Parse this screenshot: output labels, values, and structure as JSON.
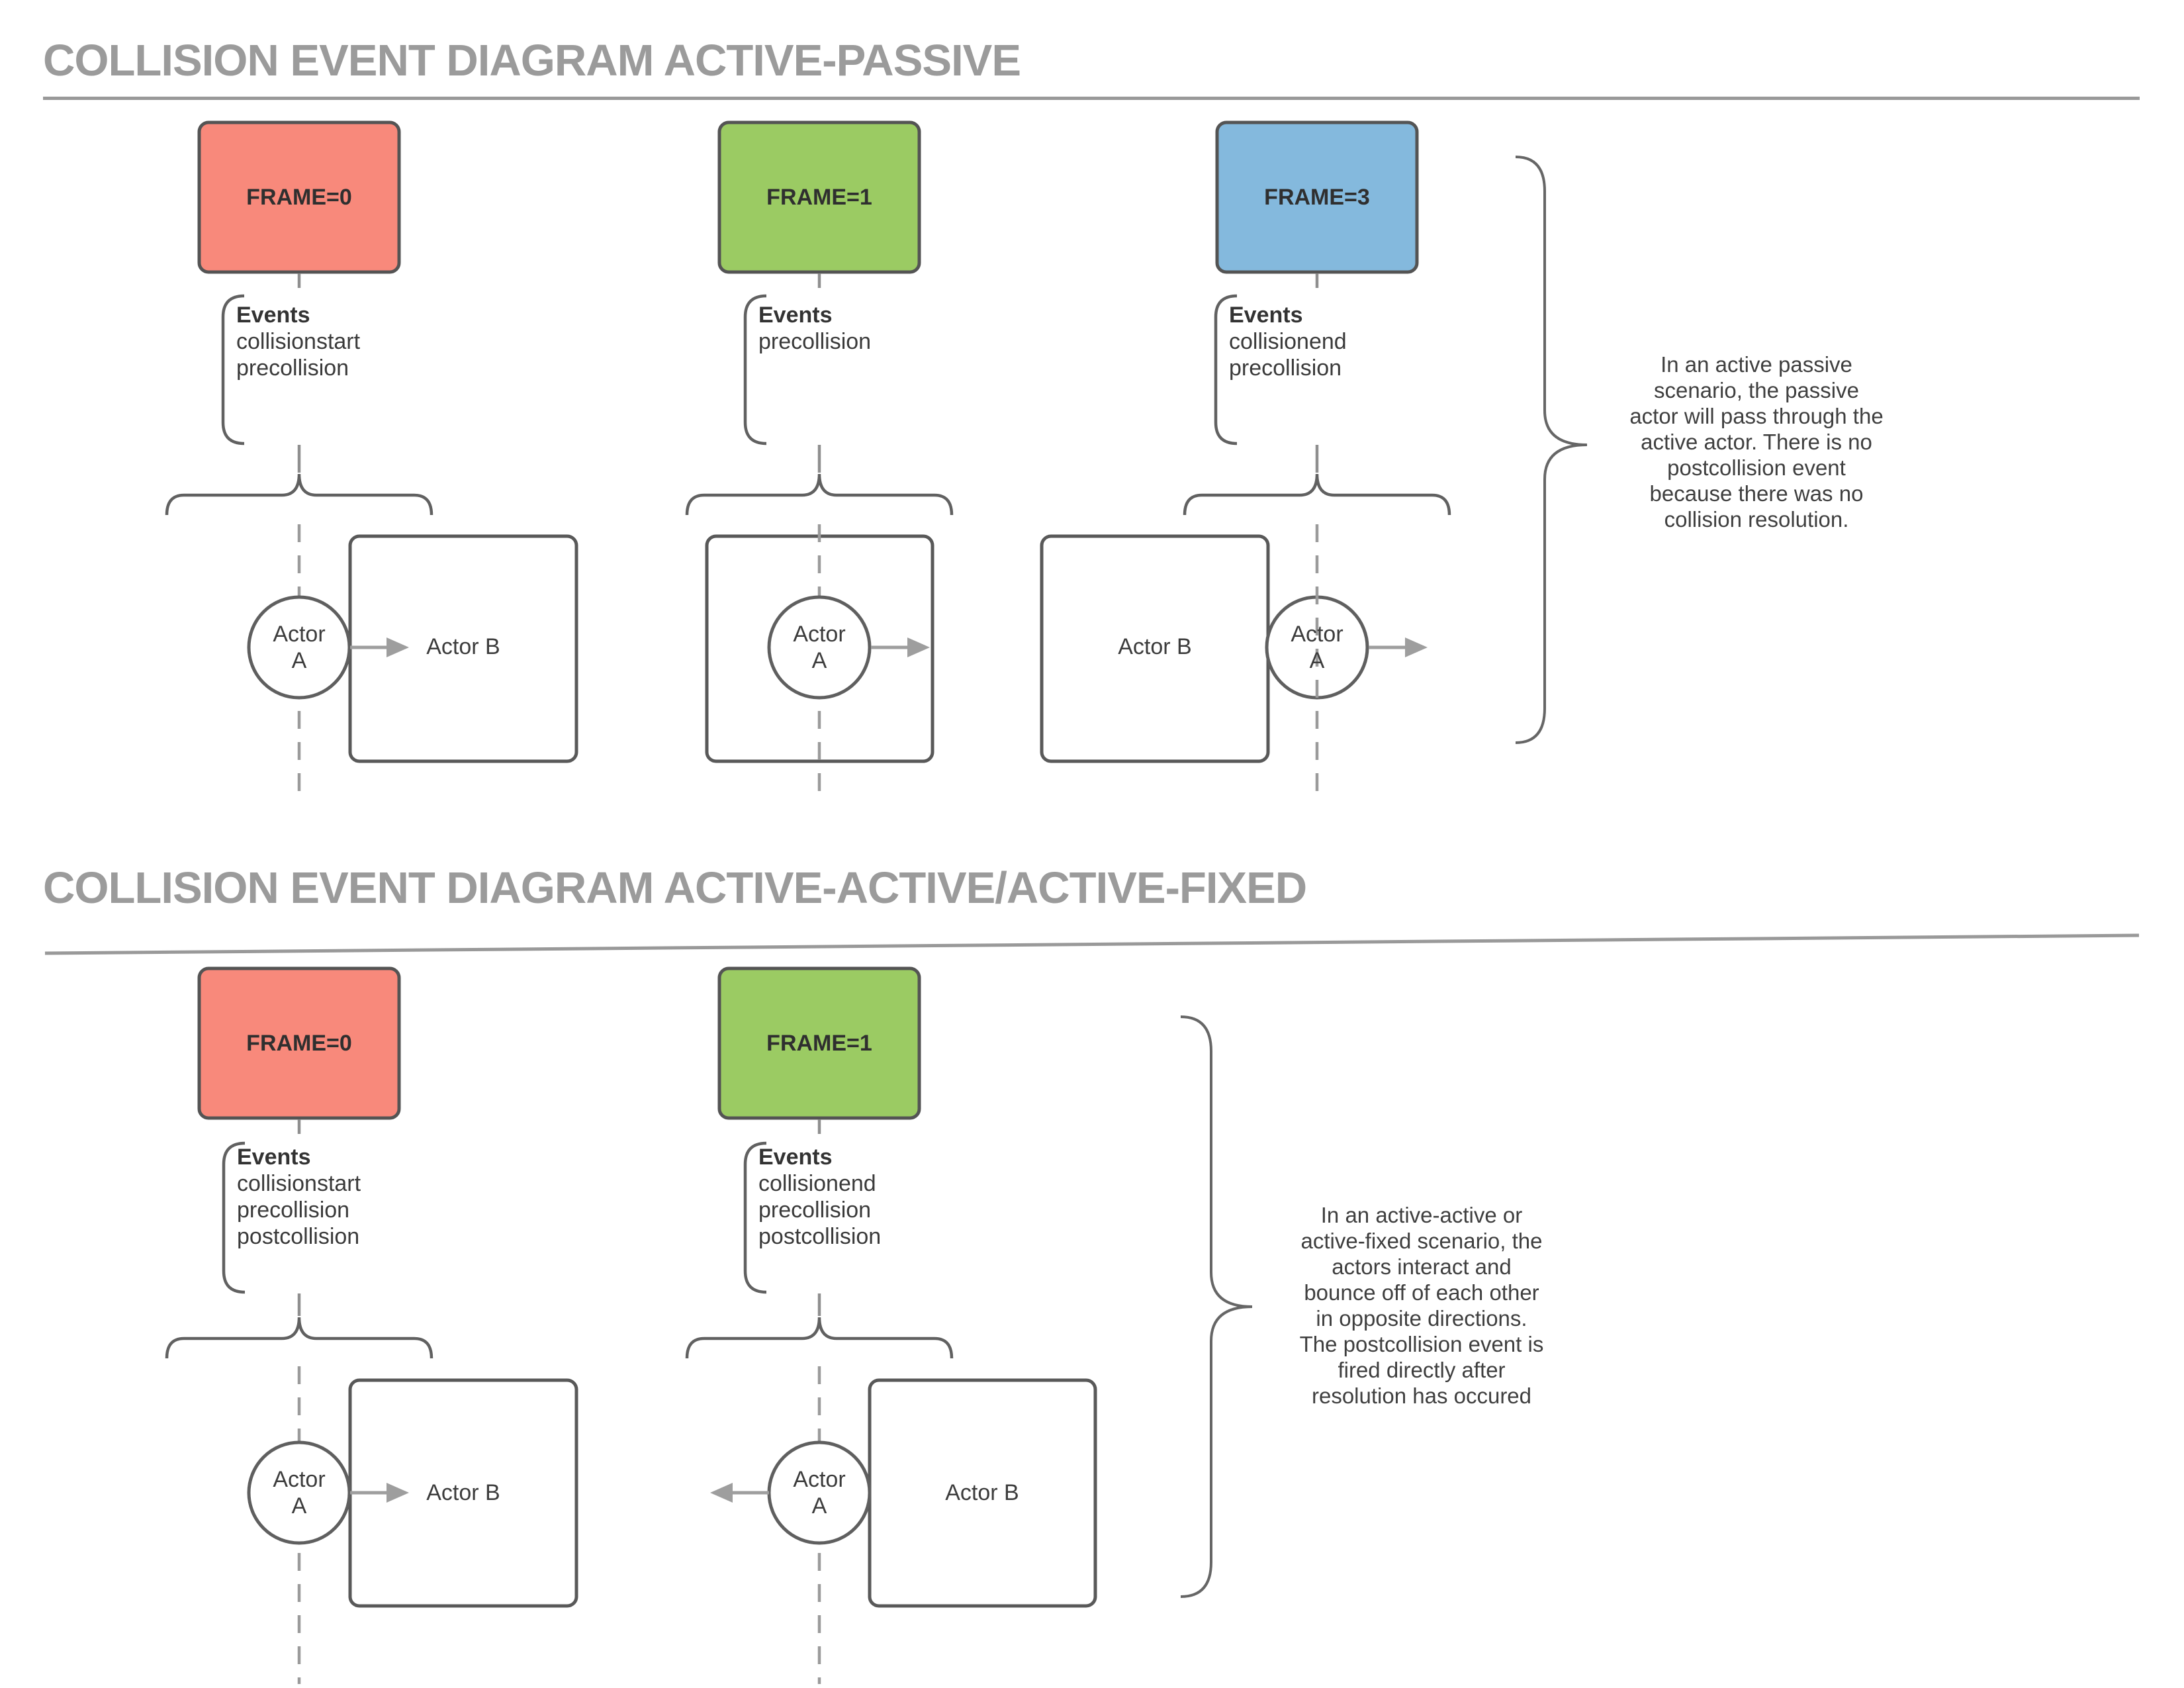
{
  "colors": {
    "frame0_fill": "#F8897B",
    "frame1_fill": "#9BCB63",
    "frame3_fill": "#84B9DD",
    "title_gray": "#9B9B9B",
    "line_gray": "#999999",
    "text_dark": "#333333"
  },
  "section1": {
    "title": "COLLISION EVENT DIAGRAM ACTIVE-PASSIVE",
    "panels": [
      {
        "frame_label": "FRAME=0",
        "events_title": "Events",
        "events": [
          "collisionstart",
          "precollision"
        ],
        "actor_a": "Actor\nA",
        "actor_b": "Actor B"
      },
      {
        "frame_label": "FRAME=1",
        "events_title": "Events",
        "events": [
          "precollision"
        ],
        "actor_a": "Actor\nA"
      },
      {
        "frame_label": "FRAME=3",
        "events_title": "Events",
        "events": [
          "collisionend",
          "precollision"
        ],
        "actor_a": "Actor\nA",
        "actor_b": "Actor B"
      }
    ],
    "note": "In an active passive\nscenario, the passive\nactor will pass through the\nactive actor. There is no\npostcollision event\nbecause there was no\ncollision resolution."
  },
  "section2": {
    "title": "COLLISION EVENT DIAGRAM ACTIVE-ACTIVE/ACTIVE-FIXED",
    "panels": [
      {
        "frame_label": "FRAME=0",
        "events_title": "Events",
        "events": [
          "collisionstart",
          "precollision",
          "postcollision"
        ],
        "actor_a": "Actor\nA",
        "actor_b": "Actor B"
      },
      {
        "frame_label": "FRAME=1",
        "events_title": "Events",
        "events": [
          "collisionend",
          "precollision",
          "postcollision"
        ],
        "actor_a": "Actor\nA",
        "actor_b": "Actor B"
      }
    ],
    "note": "In an active-active or\nactive-fixed scenario, the\nactors interact and\nbounce off of each other\nin opposite directions.\nThe postcollision event is\nfired directly after\nresolution has occured"
  }
}
